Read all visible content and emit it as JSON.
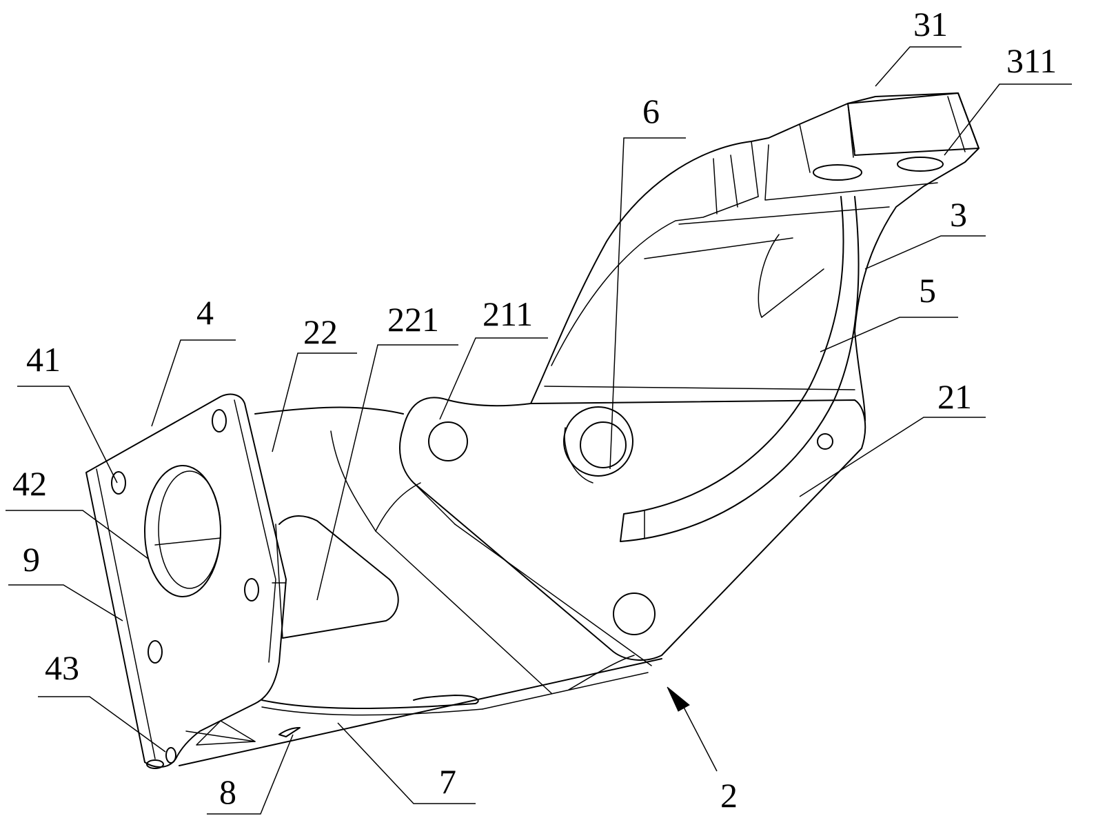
{
  "labels": {
    "l31": "31",
    "l311": "311",
    "l6": "6",
    "l3": "3",
    "l5": "5",
    "l21": "21",
    "l4": "4",
    "l22": "22",
    "l221": "221",
    "l211": "211",
    "l41": "41",
    "l42": "42",
    "l9": "9",
    "l43": "43",
    "l8": "8",
    "l7": "7",
    "l2": "2"
  }
}
